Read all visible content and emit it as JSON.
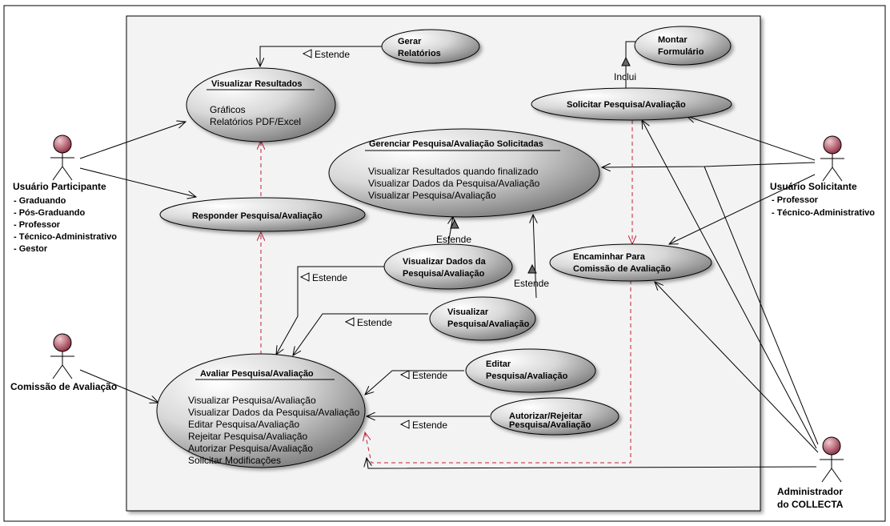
{
  "actors": {
    "participante": {
      "name": "Usuário Participante",
      "roles": [
        "- Graduando",
        "- Pós-Graduando",
        "- Professor",
        "- Técnico-Administrativo",
        "- Gestor"
      ]
    },
    "comissao": {
      "name": "Comissão de Avaliação"
    },
    "solicitante": {
      "name": "Usuário Solicitante",
      "roles": [
        "- Professor",
        "- Técnico-Administrativo"
      ]
    },
    "admin": {
      "name_line1": "Administrador",
      "name_line2": "do COLLECTA"
    }
  },
  "usecases": {
    "gerar": {
      "line1": "Gerar",
      "line2": "Relatórios"
    },
    "visualizar_resultados": {
      "title": "Visualizar Resultados",
      "items": [
        "Gráficos",
        "Relatórios PDF/Excel"
      ]
    },
    "montar": {
      "line1": "Montar",
      "line2": "Formulário"
    },
    "solicitar": {
      "label": "Solicitar Pesquisa/Avaliação"
    },
    "gerenciar": {
      "title": "Gerenciar Pesquisa/Avaliação Solicitadas",
      "items": [
        "Visualizar Resultados quando finalizado",
        "Visualizar Dados da Pesquisa/Avaliação",
        "Visualizar Pesquisa/Avaliação"
      ]
    },
    "responder": {
      "label": "Responder Pesquisa/Avaliação"
    },
    "visualizar_dados": {
      "line1": "Visualizar Dados da",
      "line2": "Pesquisa/Avaliação"
    },
    "encaminhar": {
      "line1": "Encaminhar Para",
      "line2": "Comissão de Avaliação"
    },
    "visualizar_pesquisa": {
      "line1": "Visualizar",
      "line2": "Pesquisa/Avaliação"
    },
    "editar": {
      "line1": "Editar",
      "line2": "Pesquisa/Avaliação"
    },
    "autorizar": {
      "line1": "Autorizar/Rejeitar",
      "line2": "Pesquisa/Avaliação"
    },
    "avaliar": {
      "title": "Avaliar Pesquisa/Avaliação",
      "items": [
        "Visualizar Pesquisa/Avaliação",
        "Visualizar Dados da Pesquisa/Avaliação",
        "Editar Pesquisa/Avaliação",
        "Rejeitar Pesquisa/Avaliação",
        "Autorizar Pesquisa/Avaliação",
        "Solicitar Modificações"
      ]
    }
  },
  "relations": {
    "estende": "Estende",
    "inclui": "Inclui"
  },
  "colors": {
    "actor_head": "#a33a4e",
    "dashed": "#c0203a"
  }
}
